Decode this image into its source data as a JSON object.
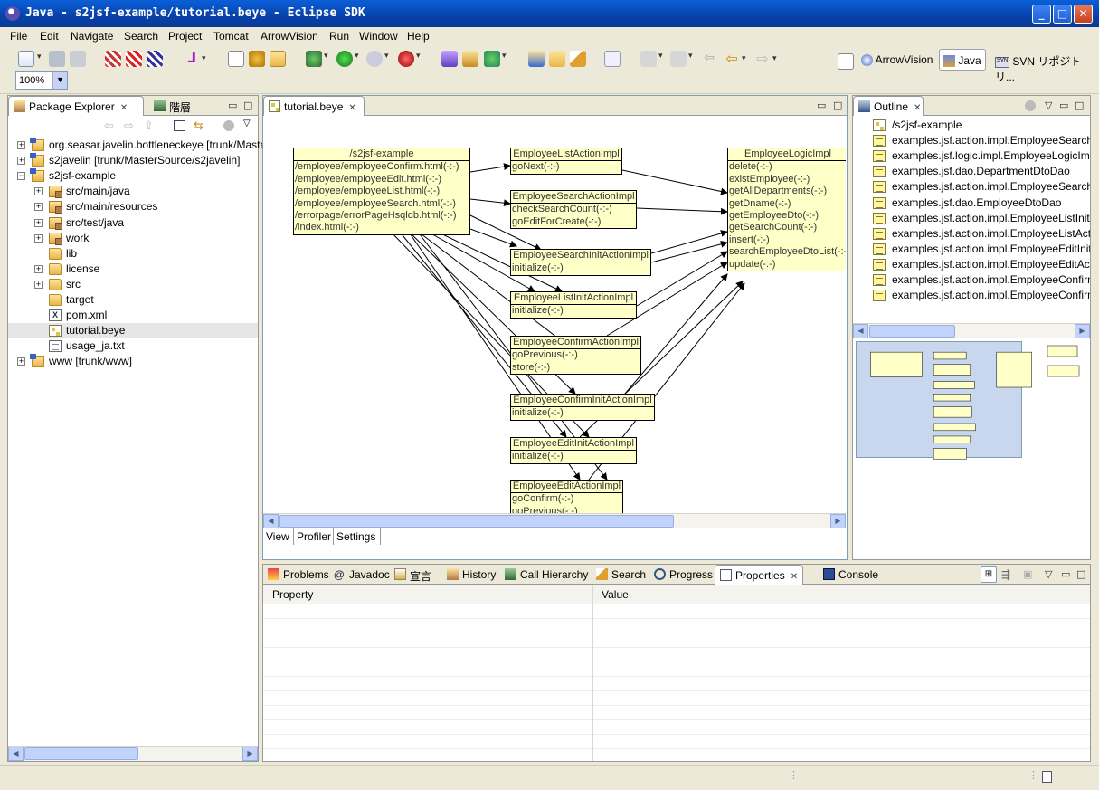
{
  "window": {
    "title": "Java - s2jsf-example/tutorial.beye - Eclipse SDK",
    "controls": {
      "minimize": "_",
      "maximize": "□",
      "close": "✕"
    }
  },
  "menu": [
    "File",
    "Edit",
    "Navigate",
    "Search",
    "Project",
    "Tomcat",
    "ArrowVision",
    "Run",
    "Window",
    "Help"
  ],
  "toolbar": {
    "zoom": "100%",
    "perspectives": [
      "ArrowVision",
      "Java",
      "SVN リポジトリ..."
    ]
  },
  "package_explorer": {
    "tabs": [
      "Package Explorer",
      "階層"
    ],
    "tree": [
      {
        "label": "org.seasar.javelin.bottleneckeye [trunk/Maste",
        "depth": 0,
        "expander": "+",
        "icon": "project"
      },
      {
        "label": "s2javelin [trunk/MasterSource/s2javelin]",
        "depth": 0,
        "expander": "+",
        "icon": "project"
      },
      {
        "label": "s2jsf-example",
        "depth": 0,
        "expander": "−",
        "icon": "project"
      },
      {
        "label": "src/main/java",
        "depth": 1,
        "expander": "+",
        "icon": "pkgfolder"
      },
      {
        "label": "src/main/resources",
        "depth": 1,
        "expander": "+",
        "icon": "pkgfolder"
      },
      {
        "label": "src/test/java",
        "depth": 1,
        "expander": "+",
        "icon": "pkgfolder"
      },
      {
        "label": "work",
        "depth": 1,
        "expander": "+",
        "icon": "pkgfolder"
      },
      {
        "label": "lib",
        "depth": 1,
        "expander": "",
        "icon": "folder"
      },
      {
        "label": "license",
        "depth": 1,
        "expander": "+",
        "icon": "folder"
      },
      {
        "label": "src",
        "depth": 1,
        "expander": "+",
        "icon": "folder"
      },
      {
        "label": "target",
        "depth": 1,
        "expander": "",
        "icon": "folder"
      },
      {
        "label": "pom.xml",
        "depth": 1,
        "expander": "",
        "icon": "xml"
      },
      {
        "label": "tutorial.beye",
        "depth": 1,
        "expander": "",
        "icon": "beye"
      },
      {
        "label": "usage_ja.txt",
        "depth": 1,
        "expander": "",
        "icon": "txt"
      },
      {
        "label": "www [trunk/www]",
        "depth": 0,
        "expander": "+",
        "icon": "project"
      }
    ]
  },
  "editor": {
    "tab": "tutorial.beye",
    "subtabs": [
      "View",
      "Profiler",
      "Settings"
    ],
    "nodes": [
      {
        "id": "root",
        "title": "/s2jsf-example",
        "items": [
          "/employee/employeeConfirm.html(-:-)",
          "/employee/employeeEdit.html(-:-)",
          "/employee/employeeList.html(-:-)",
          "/employee/employeeSearch.html(-:-)",
          "/errorpage/errorPageHsqldb.html(-:-)",
          "/index.html(-:-)"
        ]
      },
      {
        "id": "list",
        "title": "EmployeeListActionImpl",
        "items": [
          "goNext(-:-)"
        ]
      },
      {
        "id": "search",
        "title": "EmployeeSearchActionImpl",
        "items": [
          "checkSearchCount(-:-)",
          "goEditForCreate(-:-)"
        ]
      },
      {
        "id": "searchinit",
        "title": "EmployeeSearchInitActionImpl",
        "items": [
          "initialize(-:-)"
        ]
      },
      {
        "id": "listinit",
        "title": "EmployeeListInitActionImpl",
        "items": [
          "initialize(-:-)"
        ]
      },
      {
        "id": "confirm",
        "title": "EmployeeConfirmActionImpl",
        "items": [
          "goPrevious(-:-)",
          "store(-:-)"
        ]
      },
      {
        "id": "confirminit",
        "title": "EmployeeConfirmInitActionImpl",
        "items": [
          "initialize(-:-)"
        ]
      },
      {
        "id": "editinit",
        "title": "EmployeeEditInitActionImpl",
        "items": [
          "initialize(-:-)"
        ]
      },
      {
        "id": "edit",
        "title": "EmployeeEditActionImpl",
        "items": [
          "goConfirm(-:-)",
          "goPrevious(-:-)"
        ]
      },
      {
        "id": "logic",
        "title": "EmployeeLogicImpl",
        "items": [
          "delete(-:-)",
          "existEmployee(-:-)",
          "getAllDepartments(-:-)",
          "getDname(-:-)",
          "getEmployeeDto(-:-)",
          "getSearchCount(-:-)",
          "insert(-:-)",
          "searchEmployeeDtoList(-:-)",
          "update(-:-)"
        ]
      }
    ]
  },
  "outline": {
    "tab": "Outline",
    "items": [
      "/s2jsf-example",
      "examples.jsf.action.impl.EmployeeSearchIni",
      "examples.jsf.logic.impl.EmployeeLogicImpl",
      "examples.jsf.dao.DepartmentDtoDao",
      "examples.jsf.action.impl.EmployeeSearchAc",
      "examples.jsf.dao.EmployeeDtoDao",
      "examples.jsf.action.impl.EmployeeListInitAc",
      "examples.jsf.action.impl.EmployeeListAction",
      "examples.jsf.action.impl.EmployeeEditInitAc",
      "examples.jsf.action.impl.EmployeeEditActio",
      "examples.jsf.action.impl.EmployeeConfirmIr",
      "examples.jsf.action.impl.EmployeeConfirmA"
    ]
  },
  "bottom": {
    "tabs": [
      "Problems",
      "Javadoc",
      "宣言",
      "History",
      "Call Hierarchy",
      "Search",
      "Progress",
      "Properties",
      "Console"
    ],
    "active_tab": "Properties",
    "columns": [
      "Property",
      "Value"
    ]
  }
}
